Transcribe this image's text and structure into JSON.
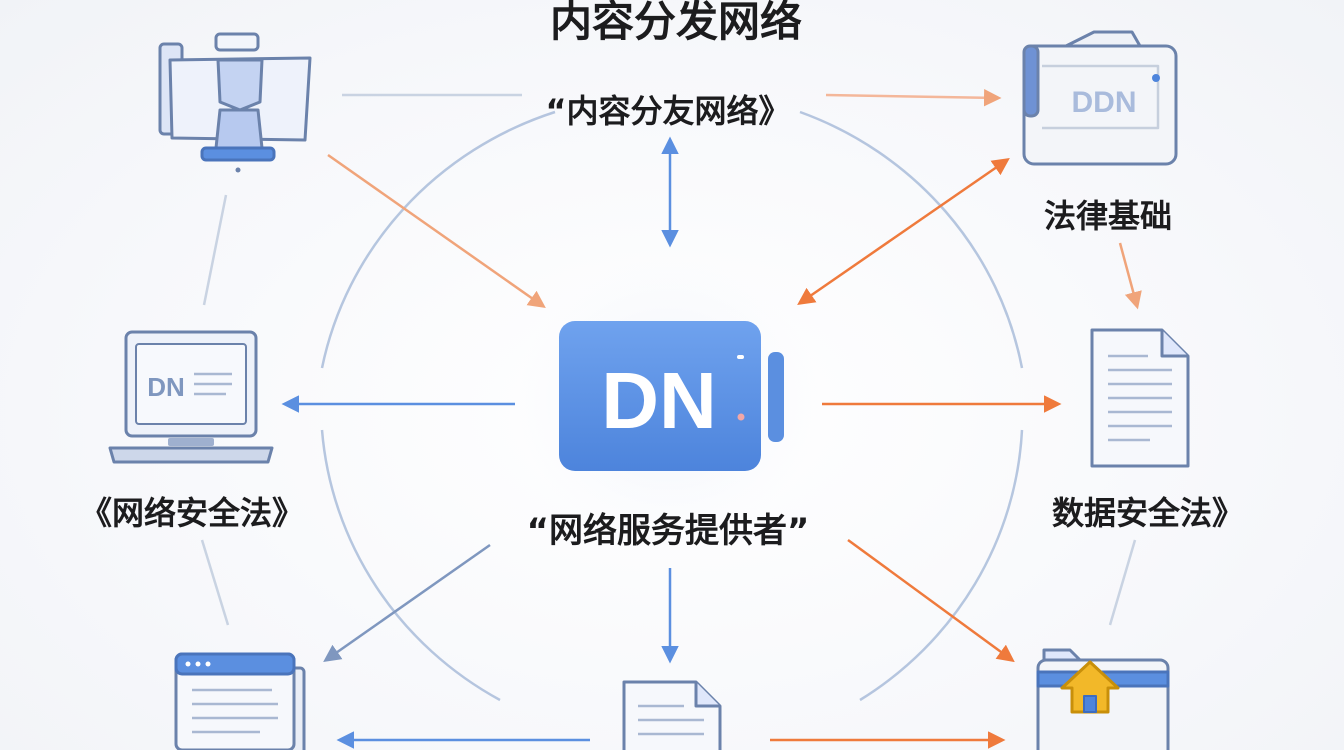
{
  "diagram": {
    "title": "内容分发网络",
    "center": {
      "logo_text": "DN",
      "label": "“网络服务提供者”"
    },
    "nodes": {
      "top": {
        "label": "“内容分友网络》"
      },
      "top_left": {
        "icon": "kiosk-icon"
      },
      "top_right": {
        "icon": "folder-device-icon",
        "badge": "DDN",
        "label": "法律基础"
      },
      "left": {
        "icon": "laptop-icon",
        "screen_text": "DN",
        "label": "《网络安全法》"
      },
      "right": {
        "icon": "document-icon",
        "label": "数据安全法》"
      },
      "bottom_left": {
        "icon": "browser-window-icon"
      },
      "bottom_center": {
        "icon": "document-icon"
      },
      "bottom_right": {
        "icon": "home-folder-icon"
      }
    },
    "colors": {
      "blue": "#5b8fe0",
      "orange": "#ef7a3c",
      "light_blue_line": "#9fb6d6",
      "icon_fill": "#dfe7fb",
      "icon_stroke": "#6b82ab"
    }
  }
}
